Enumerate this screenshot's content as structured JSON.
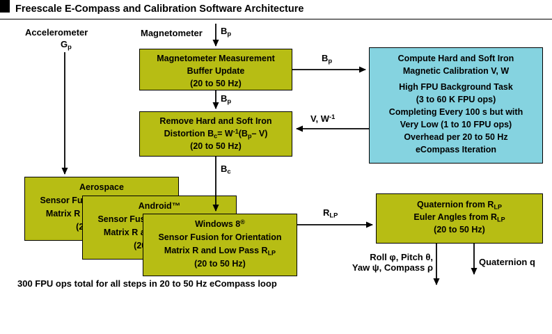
{
  "title": "Freescale E-Compass and Calibration Software Architecture",
  "colors": {
    "green": "#b7bd14",
    "cyan": "#85d3e0"
  },
  "sensors": {
    "accelerometer": "Accelerometer",
    "magnetometer": "Magnetometer",
    "g": {
      "m": "G",
      "s": "p"
    }
  },
  "flow": {
    "bp": {
      "m": "B",
      "s": "p"
    },
    "bc": {
      "m": "B",
      "s": "c"
    },
    "vw": {
      "m": "V, W",
      "p": "-1"
    },
    "rlp": {
      "m": "R",
      "s": "LP"
    }
  },
  "boxes": {
    "buffer": {
      "l1": "Magnetometer Measurement",
      "l2": "Buffer Update",
      "l3": "(20 to 50 Hz)"
    },
    "distortion": {
      "l1": "Remove Hard and Soft Iron",
      "l2": {
        "t1": "Distortion B",
        "s1": "c",
        "t2": "= W",
        "p1": "-1",
        "t3": "(B",
        "s2": "p",
        "t4": "– V)"
      },
      "l3": "(20 to 50 Hz)"
    },
    "calibration": {
      "l1": "Compute Hard and Soft Iron",
      "l2": "Magnetic Calibration V, W",
      "l3": "High FPU Background Task",
      "l4": "(3 to 60 K FPU ops)",
      "l5": "Completing Every 100 s but with",
      "l6": "Very Low (1 to 10 FPU ops)",
      "l7": "Overhead per 20 to 50 Hz",
      "l8": "eCompass Iteration"
    },
    "aerospace": {
      "title": "Aerospace"
    },
    "android": {
      "title": "Android™"
    },
    "windows": {
      "title_t": "Windows 8",
      "title_r": "®"
    },
    "fusion_common": {
      "l2": "Sensor Fusion for Orientation",
      "l3": {
        "t1": "Matrix R and Low Pass R",
        "s1": "LP"
      },
      "l4": "(20 to 50 Hz)"
    },
    "quaternion": {
      "l1": {
        "t1": "Quaternion from R",
        "s1": "LP"
      },
      "l2": {
        "t1": "Euler Angles from R",
        "s1": "LP"
      },
      "l3": "(20 to 50 Hz)"
    }
  },
  "outputs": {
    "euler1": "Roll φ, Pitch θ,",
    "euler2": "Yaw ψ, Compass ρ",
    "quaternion": "Quaternion q"
  },
  "footer": "300 FPU ops total for all steps in 20 to 50 Hz eCompass loop"
}
